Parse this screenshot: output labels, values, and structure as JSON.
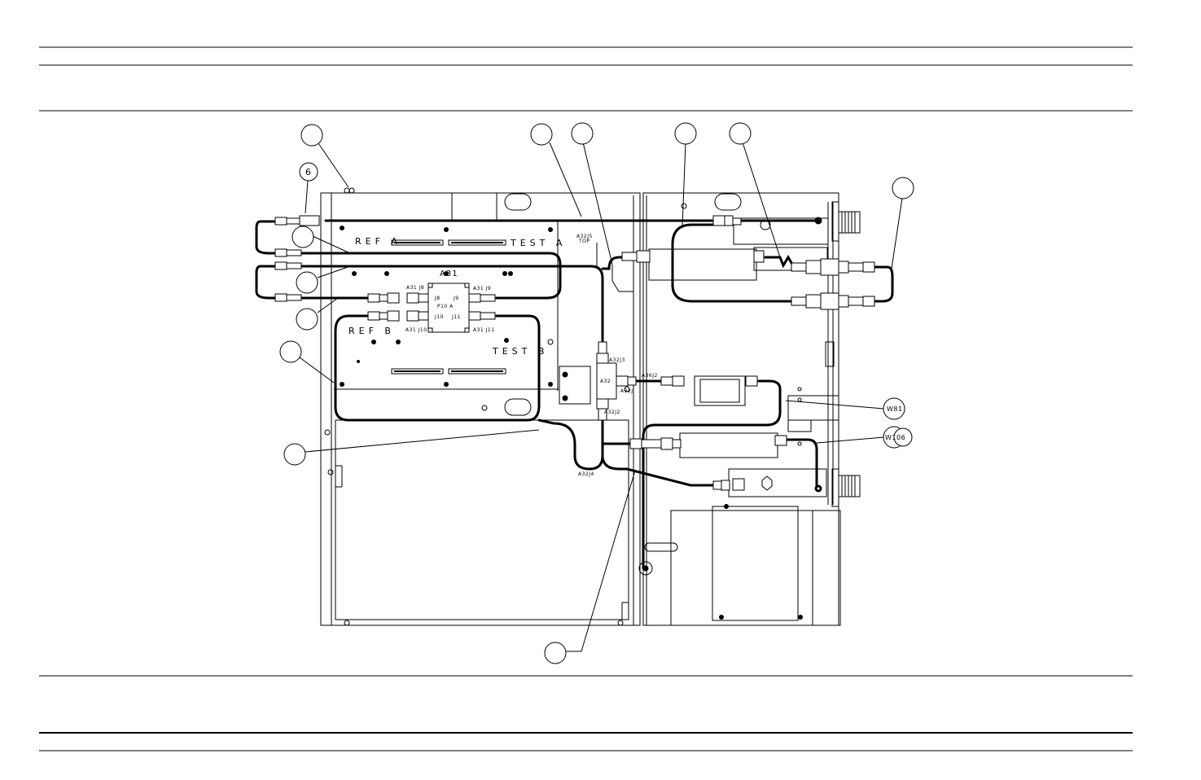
{
  "labels": {
    "ref_a": "REF A",
    "test_a": "TEST A",
    "ref_b": "REF B",
    "test_b": "TEST B",
    "a31": "A31",
    "a31_j8": "A31 J8",
    "a31_j9": "A31 J9",
    "a31_j10": "A31 J10",
    "a31_j11": "A31 J11",
    "j8": "J8",
    "j9": "J9",
    "j10": "J10",
    "j11": "J11",
    "p10": "P10 A",
    "a32j5": "A32J5",
    "top": "TOP",
    "a32j3": "A32J3",
    "a32": "A32",
    "a32j": "A32J",
    "a32j2": "A32J2",
    "a32j4": "A32J4",
    "a36j2": "A36J2"
  },
  "callouts": {
    "c6": "6",
    "w81": "W81",
    "w106": "W106"
  },
  "colors": {
    "line": "#000000",
    "background": "#ffffff"
  }
}
